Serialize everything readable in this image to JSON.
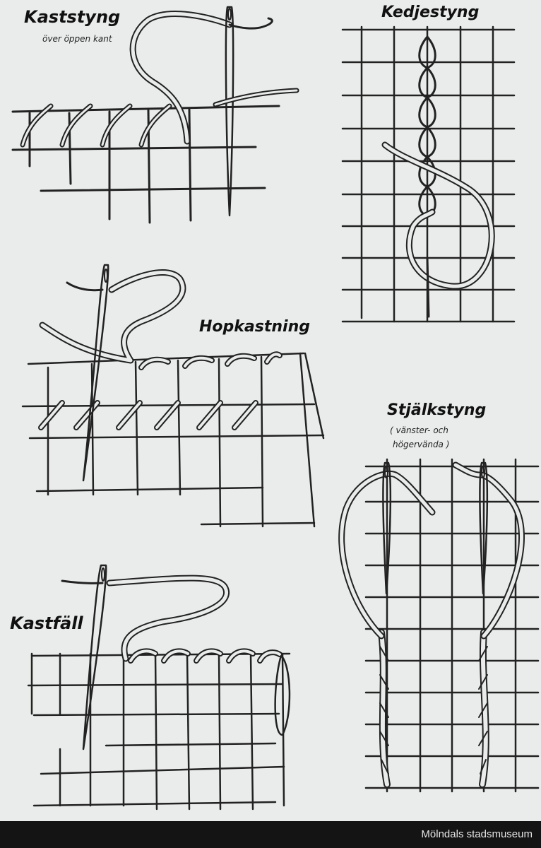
{
  "stitches": {
    "kaststyng": {
      "title": "Kaststyng",
      "subtitle": "över öppen kant"
    },
    "kedjestyng": {
      "title": "Kedjestyng"
    },
    "hopkastning": {
      "title": "Hopkastning"
    },
    "stjalkstyng": {
      "title": "Stjälkstyng",
      "subtitle_line1": "( vänster- och",
      "subtitle_line2": "högervända )"
    },
    "kastfall": {
      "title": "Kastfäll"
    }
  },
  "credit": "Mölndals stadsmuseum",
  "colors": {
    "paper": "#eaeceb",
    "ink": "#1a1a1a",
    "frame": "#141414",
    "credit_text": "#e6e6e6"
  }
}
